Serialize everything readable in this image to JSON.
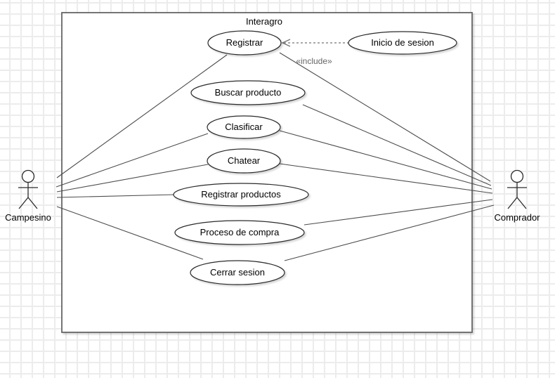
{
  "diagram": {
    "type": "uml-use-case-diagram",
    "system_boundary": {
      "title": "Interagro"
    },
    "actors": [
      {
        "label": "Campesino",
        "side": "left"
      },
      {
        "label": "Comprador",
        "side": "right"
      }
    ],
    "use_cases": [
      {
        "label": "Registrar"
      },
      {
        "label": "Inicio de sesion"
      },
      {
        "label": "Buscar producto"
      },
      {
        "label": "Clasificar"
      },
      {
        "label": "Chatear"
      },
      {
        "label": "Registrar productos"
      },
      {
        "label": "Proceso de compra"
      },
      {
        "label": "Cerrar sesion"
      }
    ],
    "dependency": {
      "from": "Inicio de sesion",
      "to": "Registrar",
      "label": "«include»",
      "style": "dashed-open-arrow"
    },
    "associations": [
      {
        "from": "Campesino",
        "to": "Registrar"
      },
      {
        "from": "Campesino",
        "to": "Clasificar"
      },
      {
        "from": "Campesino",
        "to": "Chatear"
      },
      {
        "from": "Campesino",
        "to": "Registrar productos"
      },
      {
        "from": "Campesino",
        "to": "Cerrar sesion"
      },
      {
        "from": "Comprador",
        "to": "Registrar"
      },
      {
        "from": "Comprador",
        "to": "Buscar producto"
      },
      {
        "from": "Comprador",
        "to": "Clasificar"
      },
      {
        "from": "Comprador",
        "to": "Chatear"
      },
      {
        "from": "Comprador",
        "to": "Proceso de compra"
      },
      {
        "from": "Comprador",
        "to": "Cerrar sesion"
      }
    ],
    "colors": {
      "background": "#ffffff",
      "grid_line": "#ececec",
      "shape_fill": "#ffffff",
      "shape_stroke": "#2b2b2b",
      "boundary_stroke": "#666666",
      "connector": "#4d4d4d",
      "dependency": "#737373",
      "text": "#000000",
      "stereotype_text": "#666666"
    }
  }
}
